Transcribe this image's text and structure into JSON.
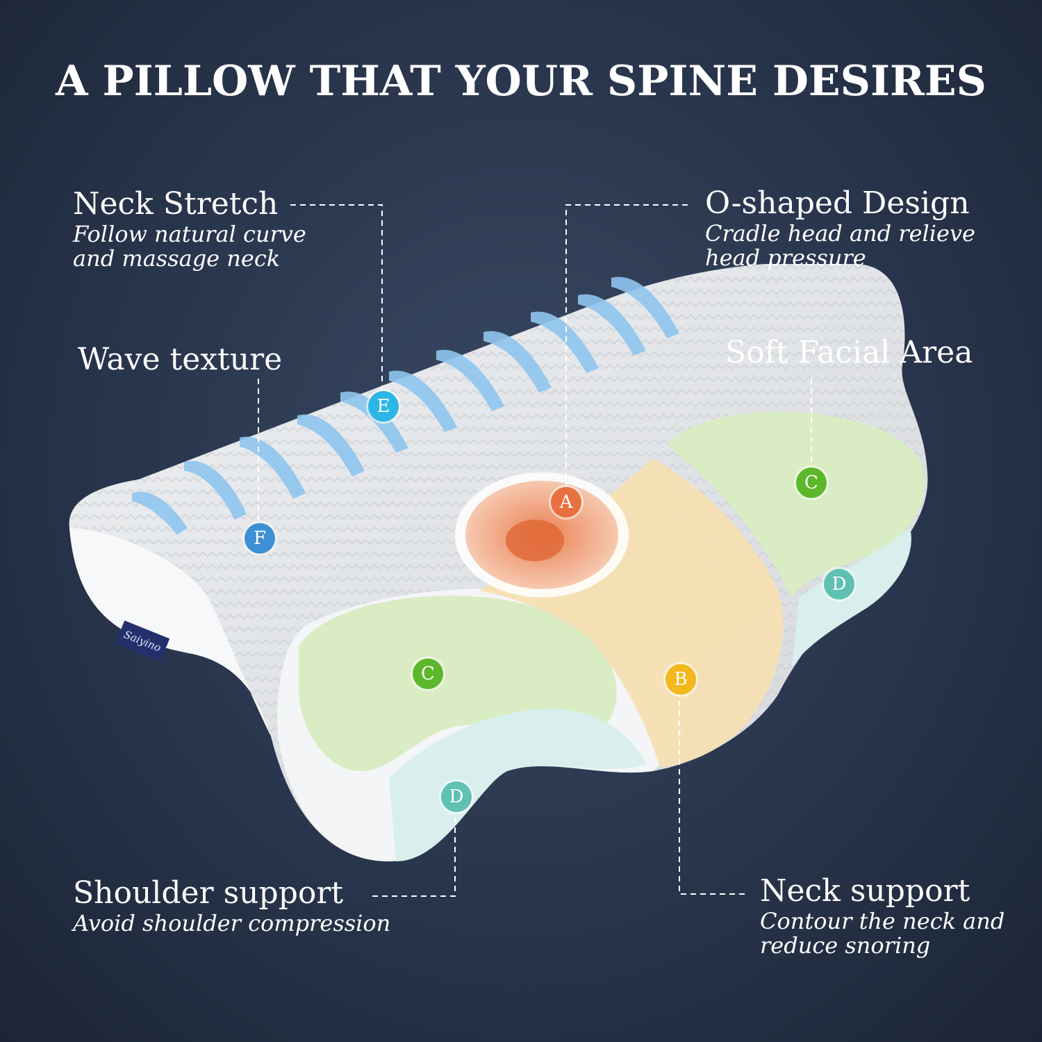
{
  "title": "A PILLOW THAT YOUR SPINE DESIRES",
  "features": {
    "neck_stretch": {
      "title": "Neck Stretch",
      "desc_line1": "Follow natural curve",
      "desc_line2": "and massage neck"
    },
    "wave_texture": {
      "title": "Wave texture"
    },
    "o_shaped": {
      "title": "O-shaped Design",
      "desc_line1": "Cradle head and relieve",
      "desc_line2": "head pressure"
    },
    "soft_facial": {
      "title": "Soft Facial Area"
    },
    "shoulder_support": {
      "title": "Shoulder support",
      "desc_line1": "Avoid shoulder compression"
    },
    "neck_support": {
      "title": "Neck support",
      "desc_line1": "Contour the neck and",
      "desc_line2": "reduce snoring"
    }
  },
  "markers": {
    "a": {
      "label": "A",
      "color": "#e8713f"
    },
    "b": {
      "label": "B",
      "color": "#f2b81d"
    },
    "c1": {
      "label": "C",
      "color": "#5cb82a"
    },
    "c2": {
      "label": "C",
      "color": "#5cb82a"
    },
    "d1": {
      "label": "D",
      "color": "#5fc0b4"
    },
    "d2": {
      "label": "D",
      "color": "#5fc0b4"
    },
    "e": {
      "label": "E",
      "color": "#2bb6e6"
    },
    "f": {
      "label": "F",
      "color": "#3d8fd6"
    }
  },
  "brand_tag": "Saiyino"
}
